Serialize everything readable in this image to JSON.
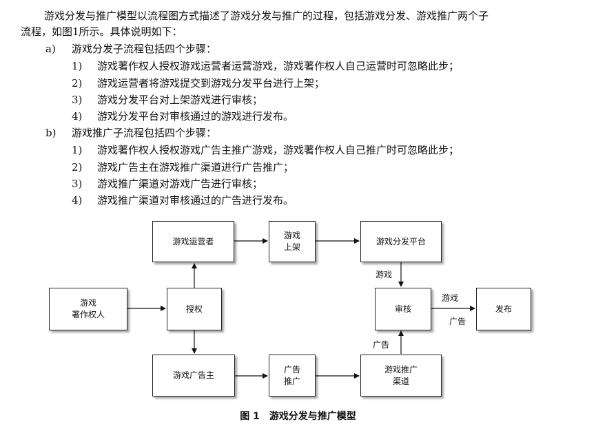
{
  "intro": {
    "line1": "游戏分发与推广模型以流程图方式描述了游戏分发与推广的过程，包括游戏分发、游戏推广两个子",
    "line2": "流程，如图1所示。具体说明如下："
  },
  "sections": [
    {
      "marker": "a)",
      "title": "游戏分发子流程包括四个步骤：",
      "steps": [
        {
          "marker": "1)",
          "text": "游戏著作权人授权游戏运营者运营游戏，游戏著作权人自己运营时可忽略此步；"
        },
        {
          "marker": "2)",
          "text": "游戏运营者将游戏提交到游戏分发平台进行上架；"
        },
        {
          "marker": "3)",
          "text": "游戏分发平台对上架游戏进行审核；"
        },
        {
          "marker": "4)",
          "text": "游戏分发平台对审核通过的游戏进行发布。"
        }
      ]
    },
    {
      "marker": "b)",
      "title": "游戏推广子流程包括四个步骤：",
      "steps": [
        {
          "marker": "1)",
          "text": "游戏著作权人授权游戏广告主推广游戏，游戏著作权人自己推广时可忽略此步；"
        },
        {
          "marker": "2)",
          "text": "游戏广告主在游戏推广渠道进行广告推广；"
        },
        {
          "marker": "3)",
          "text": "游戏推广渠道对游戏广告进行审核；"
        },
        {
          "marker": "4)",
          "text": "游戏推广渠道对审核通过的广告进行发布。"
        }
      ]
    }
  ],
  "diagram": {
    "nodes": {
      "copyright_holder": {
        "line1": "游戏",
        "line2": "著作权人"
      },
      "authorize": {
        "label": "授权"
      },
      "operator": {
        "label": "游戏运营者"
      },
      "listing": {
        "line1": "游戏",
        "line2": "上架"
      },
      "dist_platform": {
        "label": "游戏分发平台"
      },
      "review": {
        "label": "审核"
      },
      "publish": {
        "label": "发布"
      },
      "advertiser": {
        "label": "游戏广告主"
      },
      "ad_promo": {
        "line1": "广告",
        "line2": "推广"
      },
      "promo_channel": {
        "line1": "游戏推广",
        "line2": "渠道"
      }
    },
    "edge_labels": {
      "platform_to_review": "游戏",
      "channel_to_review": "广告",
      "review_to_publish_top": "游戏",
      "review_to_publish_bottom": "广告"
    }
  },
  "caption": {
    "number": "图 1",
    "title": "游戏分发与推广模型"
  }
}
